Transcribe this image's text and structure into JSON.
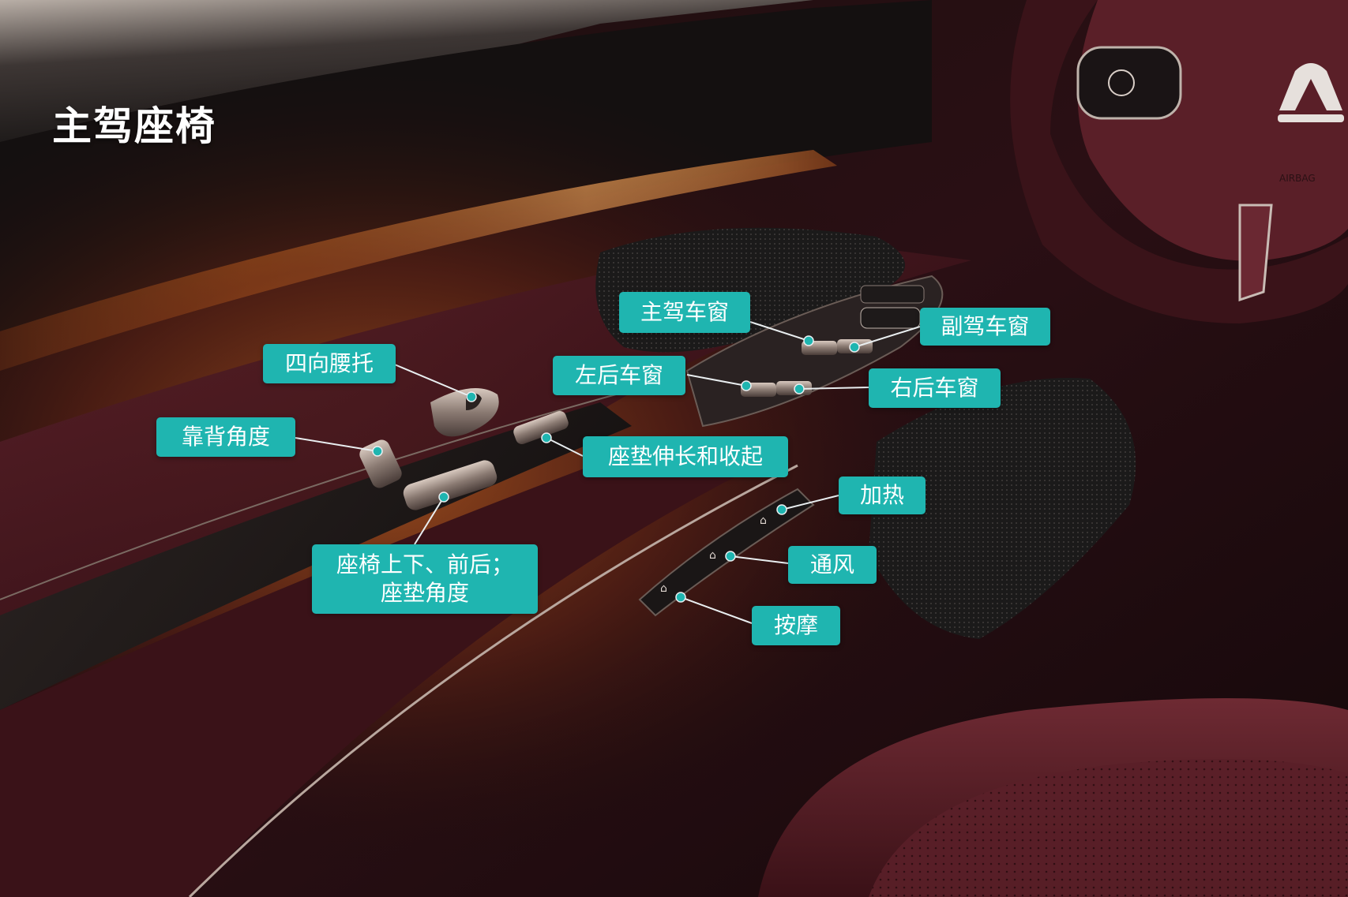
{
  "title": "主驾座椅",
  "callouts": {
    "lumbar": "四向腰托",
    "backrest": "靠背角度",
    "seat_adjust_line1": "座椅上下、前后；",
    "seat_adjust_line2": "座垫角度",
    "cushion_extend": "座垫伸长和收起",
    "driver_window": "主驾车窗",
    "passenger_window": "副驾车窗",
    "rear_left_window": "左后车窗",
    "rear_right_window": "右后车窗",
    "heating": "加热",
    "ventilation": "通风",
    "massage": "按摩"
  },
  "colors": {
    "callout_bg": "#1fb5b0",
    "callout_text": "#ffffff",
    "leather": "#4a1a22",
    "ambient_light": "#e07a22"
  },
  "icons": {
    "seat_button": "seat-icon",
    "window_button": "window-icon",
    "brand_logo": "nio-logo-icon"
  },
  "steering_wheel_marking": "AIRBAG"
}
